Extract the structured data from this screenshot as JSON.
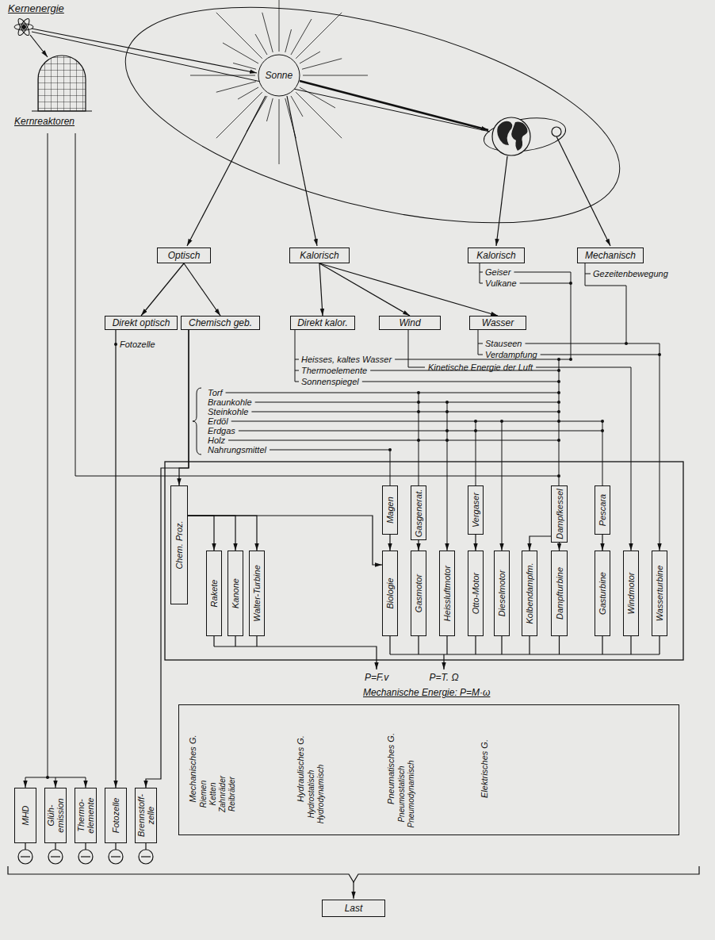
{
  "diagram": {
    "nodes": [
      {
        "text": [
          "Optisch"
        ]
      },
      {
        "text": [
          "Kalorisch"
        ]
      },
      {
        "text": [
          "Kalorisch"
        ]
      },
      {
        "text": [
          "Mechanisch"
        ]
      },
      {
        "text": [
          "Direkt optisch"
        ]
      },
      {
        "text": [
          "Chemisch geb."
        ]
      },
      {
        "text": [
          "Direkt kalor."
        ]
      },
      {
        "text": [
          "Wind"
        ]
      },
      {
        "text": [
          "Wasser"
        ]
      },
      {
        "text": [
          "Chem. Proz."
        ]
      },
      {
        "text": [
          "Magen"
        ]
      },
      {
        "text": [
          "Gasgenerat."
        ]
      },
      {
        "text": [
          "Vergaser"
        ]
      },
      {
        "text": [
          "Dampfkessel"
        ]
      },
      {
        "text": [
          "Pescara"
        ]
      },
      {
        "text": [
          "Rakete"
        ]
      },
      {
        "text": [
          "Kanone"
        ]
      },
      {
        "text": [
          "Walter-Turbine"
        ]
      },
      {
        "text": [
          "Biologie"
        ]
      },
      {
        "text": [
          "Gasmotor"
        ]
      },
      {
        "text": [
          "Heissluftmotor"
        ]
      },
      {
        "text": [
          "Otto-Motor"
        ]
      },
      {
        "text": [
          "Dieselmotor"
        ]
      },
      {
        "text": [
          "Kolbendampfm."
        ]
      },
      {
        "text": [
          "Dampfturbine"
        ]
      },
      {
        "text": [
          "Gasturbine"
        ]
      },
      {
        "text": [
          "Windmotor"
        ]
      },
      {
        "text": [
          "Wasserturbine"
        ]
      },
      {
        "text": [
          "MHD"
        ]
      },
      {
        "text": [
          "Glüh- emission"
        ]
      },
      {
        "text": [
          "Thermo- elemente"
        ]
      },
      {
        "text": [
          "Fotozelle"
        ]
      },
      {
        "text": [
          "Brennstoff- zelle"
        ]
      },
      {
        "text": [
          "Mechanisches G.",
          "Riemen",
          "Ketten",
          "Zahnräder",
          "Reibräder",
          "Hydraulisches G.",
          "Hydrostatisch",
          "Hydrodynamisch",
          "Pneumatisches G.",
          "Pneumostatisch",
          "Pneumodynamisch",
          "Elektrisches G."
        ]
      },
      {
        "text": [
          "Last"
        ]
      }
    ],
    "edges": [
      {
        "from": 0,
        "to": 4,
        "arrow": "to"
      },
      {
        "from": 0,
        "to": 5,
        "arrow": "to"
      },
      {
        "from": 1,
        "to": 6,
        "arrow": "to"
      },
      {
        "from": 1,
        "to": 7,
        "arrow": "to"
      },
      {
        "from": 1,
        "to": 8,
        "arrow": "to"
      },
      {
        "from": 4,
        "to": 31,
        "arrow": "to"
      },
      {
        "from": 5,
        "to": 9,
        "arrow": "to"
      },
      {
        "from": 5,
        "to": 32,
        "arrow": "to"
      },
      {
        "from": 9,
        "to": 15,
        "arrow": "to"
      },
      {
        "from": 9,
        "to": 16,
        "arrow": "to"
      },
      {
        "from": 9,
        "to": 17,
        "arrow": "to"
      },
      {
        "from": 9,
        "to": 18,
        "arrow": "to"
      },
      {
        "from": 10,
        "to": 18,
        "arrow": "to"
      },
      {
        "from": 11,
        "to": 19,
        "arrow": "to"
      },
      {
        "from": 12,
        "to": 21,
        "arrow": "to"
      },
      {
        "from": 13,
        "to": 23,
        "arrow": "to"
      },
      {
        "from": 13,
        "to": 24,
        "arrow": "to"
      },
      {
        "from": 14,
        "to": 25,
        "arrow": "to"
      }
    ],
    "labels": [
      "Kernenergie",
      "Sonne",
      "Kernreaktoren",
      "Geiser",
      "Vulkane",
      "Gezeitenbewegung",
      "Fotozelle",
      "Stauseen",
      "Verdampfung",
      "Kinetische Energie der Luft",
      "Heisses, kaltes Wasser",
      "Thermoelemente",
      "Sonnenspiegel",
      "Torf",
      "Braunkohle",
      "Steinkohle",
      "Erdöl",
      "Erdgas",
      "Holz",
      "Nahrungsmittel",
      "P=F.v",
      "P=T. Ω",
      "Mechanische Energie: P=M·ω"
    ]
  }
}
